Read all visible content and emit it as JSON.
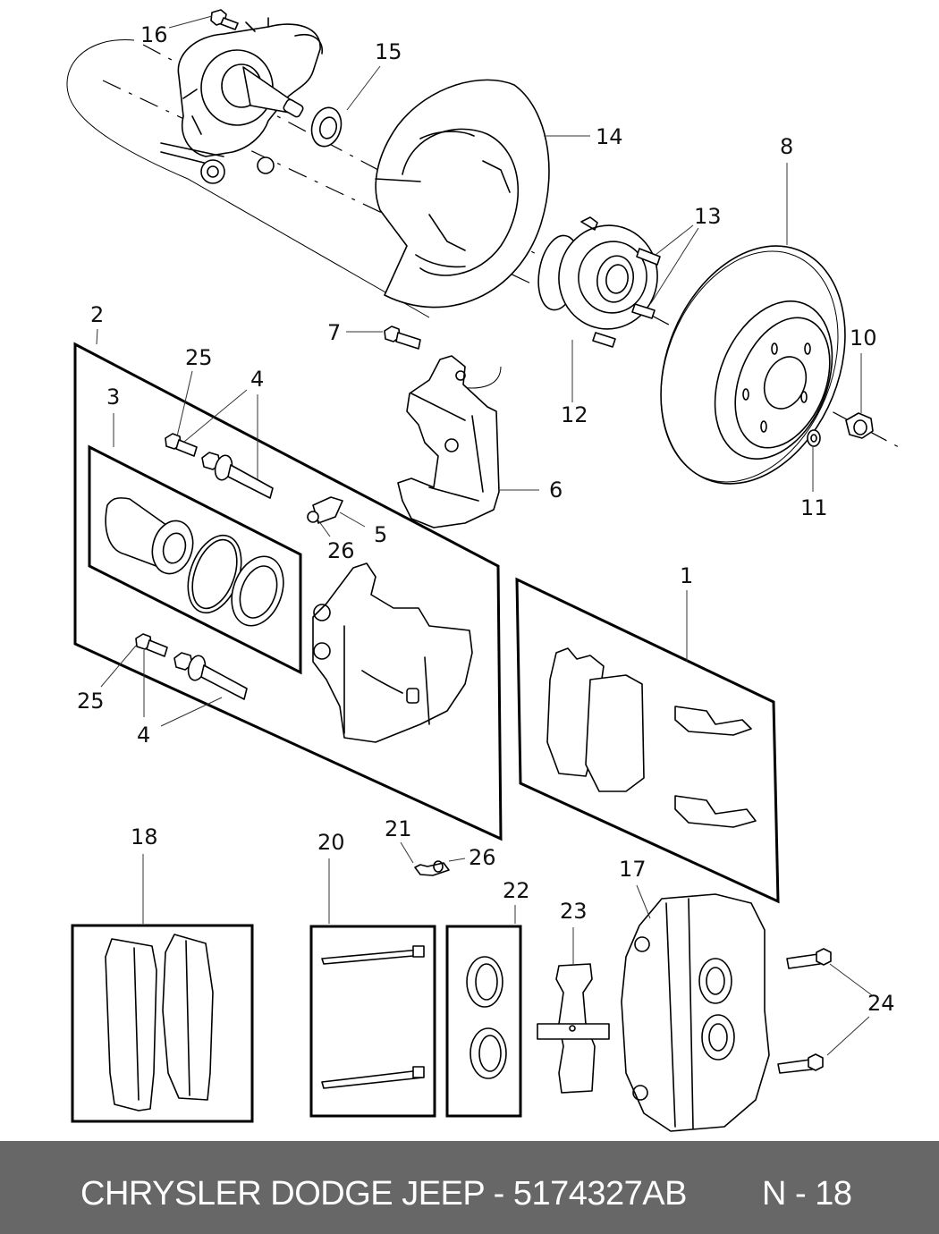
{
  "diagram": {
    "title": "Rear brake assembly exploded view",
    "callouts": [
      {
        "id": "1",
        "text": "1"
      },
      {
        "id": "2",
        "text": "2"
      },
      {
        "id": "3",
        "text": "3"
      },
      {
        "id": "4a",
        "text": "4"
      },
      {
        "id": "4b",
        "text": "4"
      },
      {
        "id": "5",
        "text": "5"
      },
      {
        "id": "6",
        "text": "6"
      },
      {
        "id": "7",
        "text": "7"
      },
      {
        "id": "8",
        "text": "8"
      },
      {
        "id": "10",
        "text": "10"
      },
      {
        "id": "11",
        "text": "11"
      },
      {
        "id": "12",
        "text": "12"
      },
      {
        "id": "13",
        "text": "13"
      },
      {
        "id": "14",
        "text": "14"
      },
      {
        "id": "15",
        "text": "15"
      },
      {
        "id": "16",
        "text": "16"
      },
      {
        "id": "17",
        "text": "17"
      },
      {
        "id": "18",
        "text": "18"
      },
      {
        "id": "20",
        "text": "20"
      },
      {
        "id": "21",
        "text": "21"
      },
      {
        "id": "22",
        "text": "22"
      },
      {
        "id": "23",
        "text": "23"
      },
      {
        "id": "24",
        "text": "24"
      },
      {
        "id": "25a",
        "text": "25"
      },
      {
        "id": "25b",
        "text": "25"
      },
      {
        "id": "26a",
        "text": "26"
      },
      {
        "id": "26b",
        "text": "26"
      }
    ]
  },
  "footer": {
    "brand_part": "CHRYSLER DODGE JEEP - 5174327AB",
    "page_ref": "N - 18",
    "background": "#676767",
    "text_color": "#ffffff"
  }
}
